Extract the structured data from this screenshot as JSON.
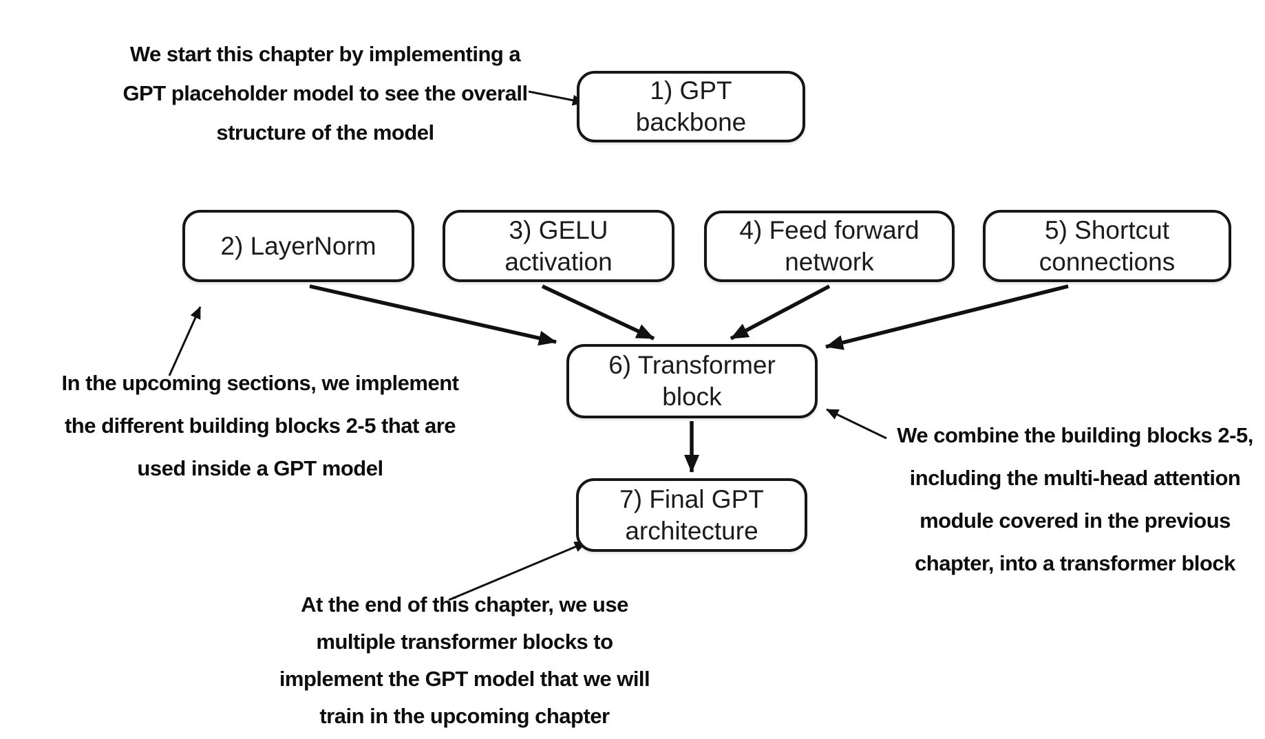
{
  "canvas": {
    "background_color": "#ffffff",
    "ink_color": "#111111"
  },
  "boxes": [
    {
      "id": "gpt-backbone",
      "label": "1) GPT\nbackbone"
    },
    {
      "id": "layernorm",
      "label": "2) LayerNorm"
    },
    {
      "id": "gelu-activation",
      "label": "3) GELU\nactivation"
    },
    {
      "id": "feed-forward-network",
      "label": "4) Feed forward\nnetwork"
    },
    {
      "id": "shortcut-connections",
      "label": "5) Shortcut\nconnections"
    },
    {
      "id": "transformer-block",
      "label": "6) Transformer\nblock"
    },
    {
      "id": "final-gpt-architecture",
      "label": "7) Final GPT\narchitecture"
    }
  ],
  "annotations": [
    {
      "id": "intro",
      "text": "We start this chapter by implementing a\nGPT placeholder model to see the overall\nstructure of the model"
    },
    {
      "id": "building-blocks",
      "text": "In the upcoming sections, we implement\nthe different building blocks 2-5 that are\nused inside a GPT model"
    },
    {
      "id": "combine-blocks",
      "text": "We combine the building blocks 2-5,\nincluding the multi-head attention\nmodule covered in the previous\nchapter, into a transformer block"
    },
    {
      "id": "final-chapter",
      "text": "At the end of this chapter, we use\nmultiple transformer blocks to\nimplement the GPT model that we will\ntrain in the upcoming chapter"
    }
  ]
}
